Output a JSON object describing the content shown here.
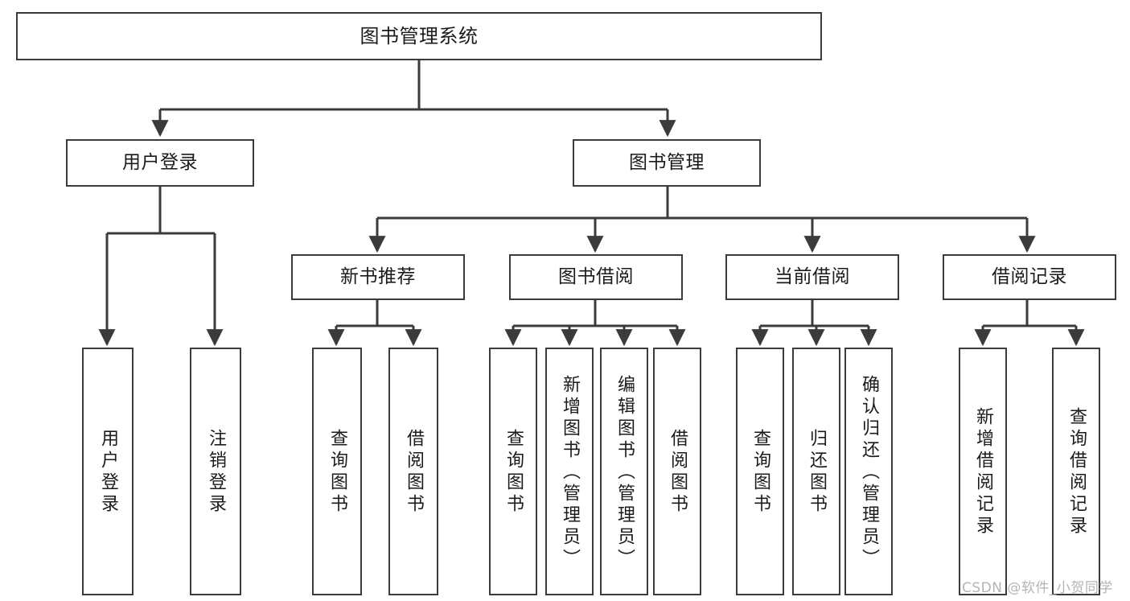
{
  "diagram": {
    "type": "tree",
    "title": "图书管理系统",
    "root": {
      "label": "图书管理系统"
    },
    "level2": [
      {
        "label": "用户登录"
      },
      {
        "label": "图书管理"
      }
    ],
    "level3": [
      {
        "label": "新书推荐"
      },
      {
        "label": "图书借阅"
      },
      {
        "label": "当前借阅"
      },
      {
        "label": "借阅记录"
      }
    ],
    "leaves": {
      "user_login": [
        {
          "label": "用户登录"
        },
        {
          "label": "注销登录"
        }
      ],
      "new_book_recommend": [
        {
          "label": "查询图书"
        },
        {
          "label": "借阅图书"
        }
      ],
      "book_borrow": [
        {
          "label": "查询图书"
        },
        {
          "label": "新增图书（管理员）"
        },
        {
          "label": "编辑图书（管理员）"
        },
        {
          "label": "借阅图书"
        }
      ],
      "current_borrow": [
        {
          "label": "查询图书"
        },
        {
          "label": "归还图书"
        },
        {
          "label": "确认归还（管理员）"
        }
      ],
      "borrow_record": [
        {
          "label": "新增借阅记录"
        },
        {
          "label": "查询借阅记录"
        }
      ]
    }
  },
  "watermark": {
    "text": "CSDN @软件_小贺同学"
  },
  "colors": {
    "border": "#3b3b3b",
    "text": "#1b1b1b",
    "background": "#ffffff",
    "watermark": "#b4b4b4"
  }
}
